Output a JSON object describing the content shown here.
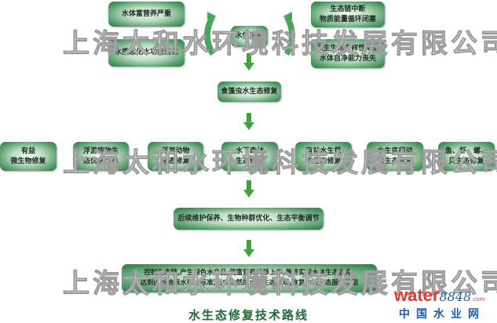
{
  "watermark": "上海太和水环境科技发展有限公司",
  "problems": {
    "left": [
      "水体富营养严重",
      "水质恶化水功能退化"
    ],
    "center": "水体污染",
    "right": [
      [
        "生态链中断",
        "物质能量循环闭塞"
      ],
      [
        "水生生物多样性降低",
        "水体自净能力丧失"
      ]
    ]
  },
  "step1": "食藻虫水生态修复",
  "measures": [
    [
      "有益",
      "微生物修复"
    ],
    [
      "浮游植物生",
      "态优化改良"
    ],
    [
      "浮游动物",
      "生态修复"
    ],
    [
      "水下森林",
      "生态修复"
    ],
    [
      "有益水生昆",
      "虫生态修复"
    ],
    [
      "水生底栖动",
      "物生态修复"
    ],
    [
      "鱼、虾、螺、",
      "贝生态修复"
    ]
  ],
  "step2": "后续维护保养、生物种群优化、生态平衡调节",
  "result": [
    "控制生态链,产生绿色水产品,使富营养转移上岸,最终实现水体生态自净,",
    "达到国家地表水Ⅲ类标准,形成自然的水体生态景观,恢复水域生态服务功能"
  ],
  "title": "水生态修复技术路线",
  "logo": {
    "brand": "water",
    "number": "8848",
    "suffix": ".com",
    "cn": "中国水业网"
  },
  "colors": {
    "box_dark": "#2f7347",
    "arrow": "#3fa33f",
    "title": "#1f6a34"
  }
}
